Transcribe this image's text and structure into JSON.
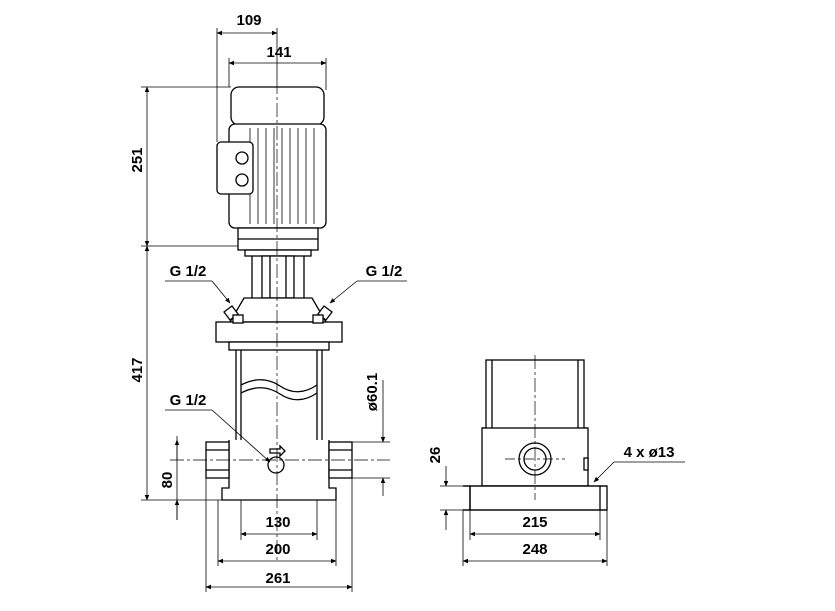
{
  "drawing": {
    "dims": {
      "d109": "109",
      "d141": "141",
      "d251": "251",
      "d417": "417",
      "d80": "80",
      "d130": "130",
      "d200": "200",
      "d261": "261",
      "d26": "26",
      "d215": "215",
      "d248": "248",
      "d60": "ø60.1",
      "holes": "4 x ø13"
    },
    "threads": {
      "left": "G 1/2",
      "right": "G 1/2",
      "bottom": "G 1/2"
    }
  }
}
